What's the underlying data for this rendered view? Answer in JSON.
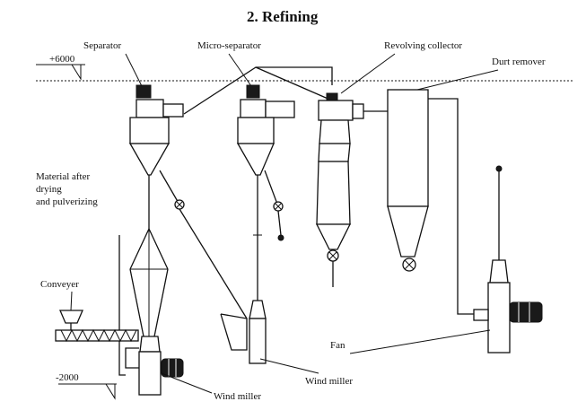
{
  "title": "2. Refining",
  "levels": {
    "upper": "+6000",
    "lower": "-2000"
  },
  "labels": {
    "separator": "Separator",
    "micro_separator": "Micro-separator",
    "revolving_collector": "Revolving collector",
    "dust_remover": "Durt remover",
    "material_line1": "Material after",
    "material_line2": "drying",
    "material_line3": "and pulverizing",
    "conveyer": "Conveyer",
    "fan": "Fan",
    "wind_miller_1": "Wind miller",
    "wind_miller_2": "Wind miller"
  }
}
